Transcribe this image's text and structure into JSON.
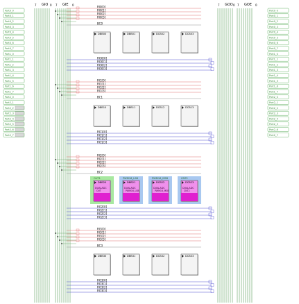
{
  "bus_labels": {
    "gio": "GIO",
    "gie": "GIE",
    "goo": "GOO",
    "goe": "GOE",
    "gio_msb": "7",
    "gio_lsb": "0",
    "gie_msb": "7",
    "gie_lsb": "0",
    "goo_msb": "7",
    "goo_lsb": "0",
    "goe_msb": "7",
    "goe_lsb": "0"
  },
  "left_pins": [
    "Port0_0",
    "Port0_1",
    "Port0_2",
    "Port0_3",
    "Port0_4",
    "Port0_5",
    "Port0_6",
    "Port0_7",
    "Port1_0",
    "Port1_1",
    "Port1_2",
    "Port1_3",
    "Port1_4",
    "Port1_5",
    "Port1_6",
    "Port1_7",
    "Port2_0",
    "Port2_1",
    "Port2_2",
    "Port2_3",
    "Port2_4",
    "Port2_5",
    "Port2_6",
    "Port2_7"
  ],
  "right_pins": [
    "Port0_0",
    "Port0_1",
    "Port0_2",
    "Port0_3",
    "Port0_4",
    "Port0_5",
    "Port0_6",
    "Port0_7",
    "Port1_0",
    "Port1_1",
    "Port1_2",
    "Port1_3",
    "Port1_4",
    "Port1_5",
    "Port1_6",
    "Port1_7",
    "Port2_0",
    "Port2_1",
    "Port2_2",
    "Port2_3",
    "Port2_4",
    "Port2_5",
    "Port2_6",
    "Port2_7"
  ],
  "rows": [
    {
      "ri_labels": [
        "RI0[0]",
        "RI0[1]",
        "RI0[2]",
        "RI0[3]"
      ],
      "bc_label": "BC0",
      "blocks": [
        {
          "name": "DBB00",
          "title": "",
          "type": "",
          "sub": ""
        },
        {
          "name": "DBB01",
          "title": "",
          "type": "",
          "sub": ""
        },
        {
          "name": "DCB02",
          "title": "",
          "type": "",
          "sub": ""
        },
        {
          "name": "DCB03",
          "title": "",
          "type": "",
          "sub": ""
        }
      ],
      "ro_labels": [
        "RO0[0]",
        "RO0[1]",
        "RO0[2]",
        "RO0[3]"
      ]
    },
    {
      "ri_labels": [
        "RI1[0]",
        "RI1[1]",
        "RI1[2]",
        "RI1[3]"
      ],
      "bc_label": "BC1",
      "blocks": [
        {
          "name": "DBB10",
          "title": "",
          "type": "",
          "sub": ""
        },
        {
          "name": "DBB11",
          "title": "",
          "type": "",
          "sub": ""
        },
        {
          "name": "DCB12",
          "title": "",
          "type": "",
          "sub": ""
        },
        {
          "name": "DCB13",
          "title": "",
          "type": "",
          "sub": ""
        }
      ],
      "ro_labels": [
        "RO1[0]",
        "RO1[1]",
        "RO1[2]",
        "RO1[3]"
      ]
    },
    {
      "ri_labels": [
        "RI2[0]",
        "RI2[1]",
        "RI2[2]",
        "RI2[3]"
      ],
      "bc_label": "BC2",
      "blocks": [
        {
          "name": "DBB20",
          "title": "OUT1",
          "type": "DUALADC",
          "sub": "OUT"
        },
        {
          "name": "DBB21",
          "title": "PWM16_LSB",
          "type": "DUALADC",
          "sub": "PWM16_LSB"
        },
        {
          "name": "DCB22",
          "title": "PWM16_MSB",
          "type": "DUALADC",
          "sub": "PWM16_MSB"
        },
        {
          "name": "DCB23",
          "title": "CNT2",
          "type": "DUALADC",
          "sub": "CNT2"
        }
      ],
      "ro_labels": [
        "RO2[0]",
        "RO2[1]",
        "RO2[2]",
        "RO2[3]"
      ]
    },
    {
      "ri_labels": [
        "RI3[0]",
        "RI3[1]",
        "RI3[2]",
        "RI3[3]"
      ],
      "bc_label": "BC3",
      "blocks": [
        {
          "name": "DBB30",
          "title": "",
          "type": "",
          "sub": ""
        },
        {
          "name": "DBB31",
          "title": "",
          "type": "",
          "sub": ""
        },
        {
          "name": "DCB32",
          "title": "",
          "type": "",
          "sub": ""
        },
        {
          "name": "DCB33",
          "title": "",
          "type": "",
          "sub": ""
        }
      ],
      "ro_labels": [
        "RO3[0]",
        "RO3[1]",
        "RO3[2]",
        "RO3[3]"
      ]
    }
  ],
  "colors": {
    "green_bus": "#5aa05a",
    "red_wire": "#e07070",
    "blue_wire": "#5050d0",
    "block_green_bg": "#a8e8a0",
    "block_blue_bg": "#a8c8f0",
    "block_magenta": "#e020d0",
    "pin_green": "#60b060"
  }
}
